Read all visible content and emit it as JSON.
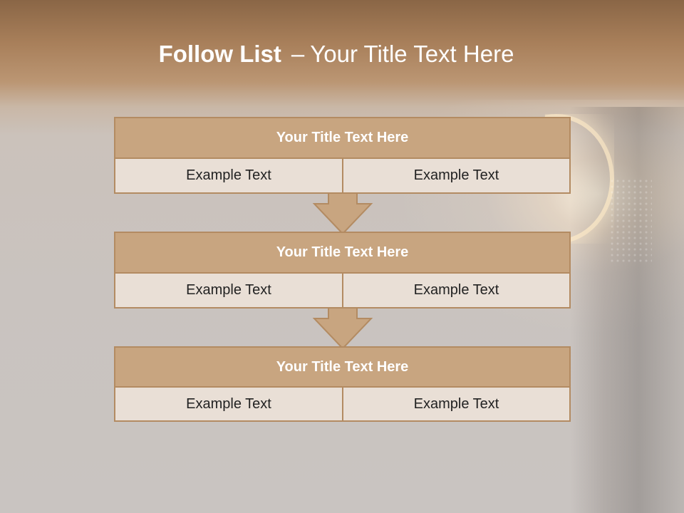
{
  "title": {
    "bold": "Follow List",
    "separator": "–",
    "rest": "Your Title Text Here"
  },
  "blocks": [
    {
      "header": "Your Title Text Here",
      "left": "Example Text",
      "right": "Example Text"
    },
    {
      "header": "Your Title Text Here",
      "left": "Example Text",
      "right": "Example Text"
    },
    {
      "header": "Your Title Text Here",
      "left": "Example Text",
      "right": "Example Text"
    }
  ],
  "colors": {
    "header_fill": "#c8a580",
    "cell_fill": "#e9dfd6",
    "border": "#b38b62",
    "title_band": "#a87f5a"
  },
  "icons": [
    "down-arrow-icon",
    "down-arrow-icon"
  ]
}
